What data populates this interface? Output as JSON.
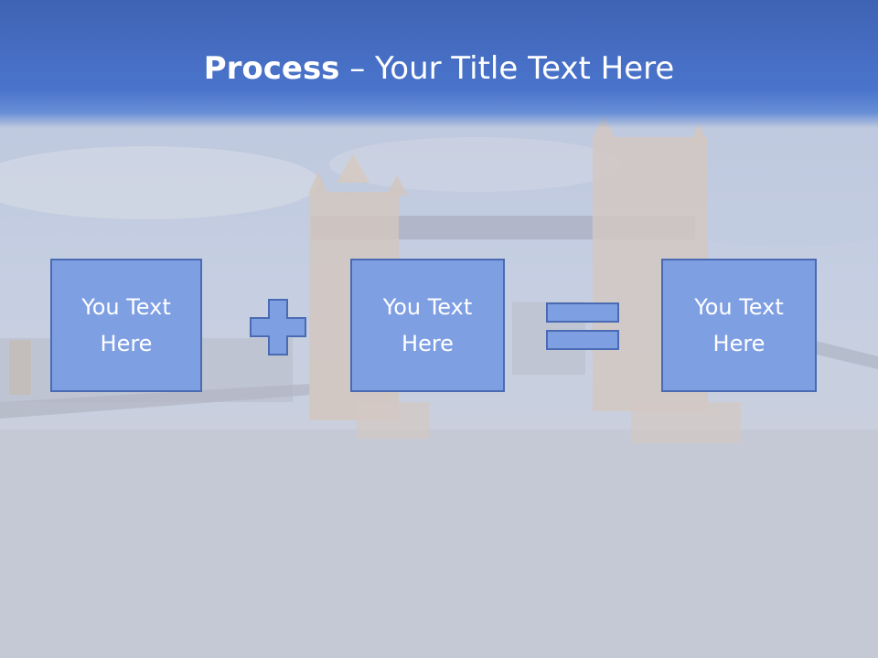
{
  "slide": {
    "title_bold": "Process",
    "title_rest": " – Your Title Text Here",
    "boxes": [
      {
        "text": "You Text Here"
      },
      {
        "text": "You Text Here"
      },
      {
        "text": "You Text Here"
      }
    ],
    "operators": [
      "plus-icon",
      "equals-icon"
    ],
    "colors": {
      "title_bar": "#4a74cc",
      "box_fill": "#7f9fe3",
      "box_border": "#4a6ab3",
      "title_text": "#ffffff"
    }
  }
}
